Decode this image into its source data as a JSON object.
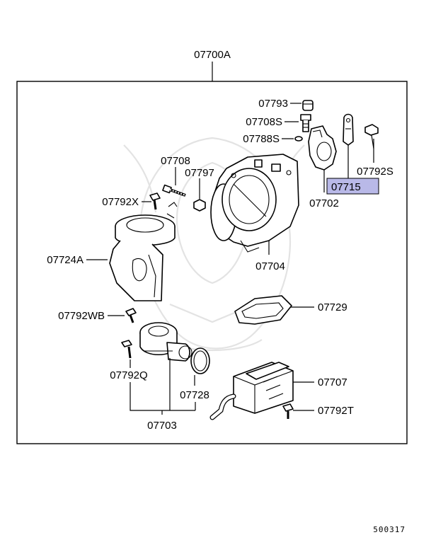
{
  "diagram": {
    "assembly_label": "07700A",
    "highlighted_part": "07715",
    "figure_code": "500317",
    "highlight_color": "#b9b9e8",
    "callouts": {
      "p07793": "07793",
      "p07708S": "07708S",
      "p07788S": "07788S",
      "p07792S": "07792S",
      "p07708": "07708",
      "p07797": "07797",
      "p07715": "07715",
      "p07702": "07702",
      "p07792X": "07792X",
      "p07724A": "07724A",
      "p07704": "07704",
      "p07729": "07729",
      "p07792WB": "07792WB",
      "p07707": "07707",
      "p07792Q": "07792Q",
      "p07728": "07728",
      "p07792T": "07792T",
      "p07703": "07703"
    }
  }
}
